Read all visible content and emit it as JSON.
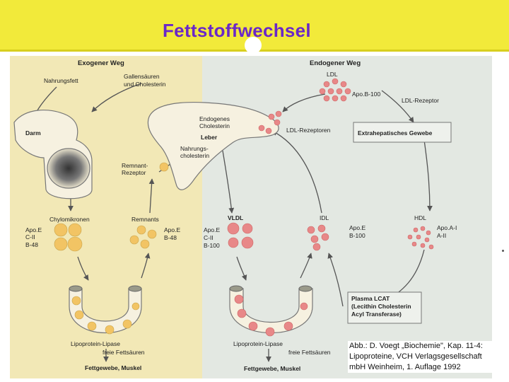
{
  "slide": {
    "title": "Fettstoffwechsel",
    "caption": [
      "Abb.: D. Voegt „Biochemie\", Kap. 11-4:",
      "Lipoproteine, VCH Verlagsgesellschaft",
      "mbH Weinheim, 1. Auflage 1992"
    ]
  },
  "colors": {
    "header": "#f2ea3a",
    "title": "#6a28c8",
    "left_panel": "#f2e8b6",
    "right_panel": "#e3e8e2",
    "pink_particle": "#e88888",
    "yellow_particle": "#f2c464",
    "organ_fill": "#f6f1e0"
  },
  "diagram": {
    "exogen_title": "Exogener Weg",
    "endogen_title": "Endogener Weg",
    "nahrungsfett": "Nahrungsfett",
    "gallensaeuren": [
      "Gallensäuren",
      "und Cholesterin"
    ],
    "darm": "Darm",
    "leber": "Leber",
    "endogenes_cholesterin": [
      "Endogenes",
      "Cholesterin"
    ],
    "ldl_rezeptoren": "LDL-Rezeptoren",
    "nahrungscholesterin": [
      "Nahrungs-",
      "cholesterin"
    ],
    "remnant_rezeptor": [
      "Remnant-",
      "Rezeptor"
    ],
    "ldl": "LDL",
    "apo_b100": "Apo.B-100",
    "ldl_rezeptor": "LDL-Rezeptor",
    "extrahepatisch": "Extrahepatisches Gewebe",
    "chylomikronen": "Chylomikronen",
    "remnants": "Remnants",
    "chylo_apo": [
      "Apo.E",
      "C-II",
      "B-48"
    ],
    "remnant_apo": [
      "Apo.E",
      "B-48"
    ],
    "vldl": "VLDL",
    "vldl_apo": [
      "Apo.E",
      "C-II",
      "B-100"
    ],
    "idl": "IDL",
    "idl_apo": [
      "Apo.E",
      "B-100"
    ],
    "hdl": "HDL",
    "hdl_apo": [
      "Apo.A-I",
      "A-II"
    ],
    "plasma_lcat": [
      "Plasma LCAT",
      "(Lecithin Cholesterin",
      "Acyl Transferase)"
    ],
    "lipase_left": "Lipoprotein-Lipase",
    "fettsaeuren_left": "freie Fettsäuren",
    "lipase_right": "Lipoprotein-Lipase",
    "fettsaeuren_right": "freie Fettsäuren",
    "fettgewebe_left": "Fettgewebe, Muskel",
    "fettgewebe_right": "Fettgewebe, Muskel"
  }
}
